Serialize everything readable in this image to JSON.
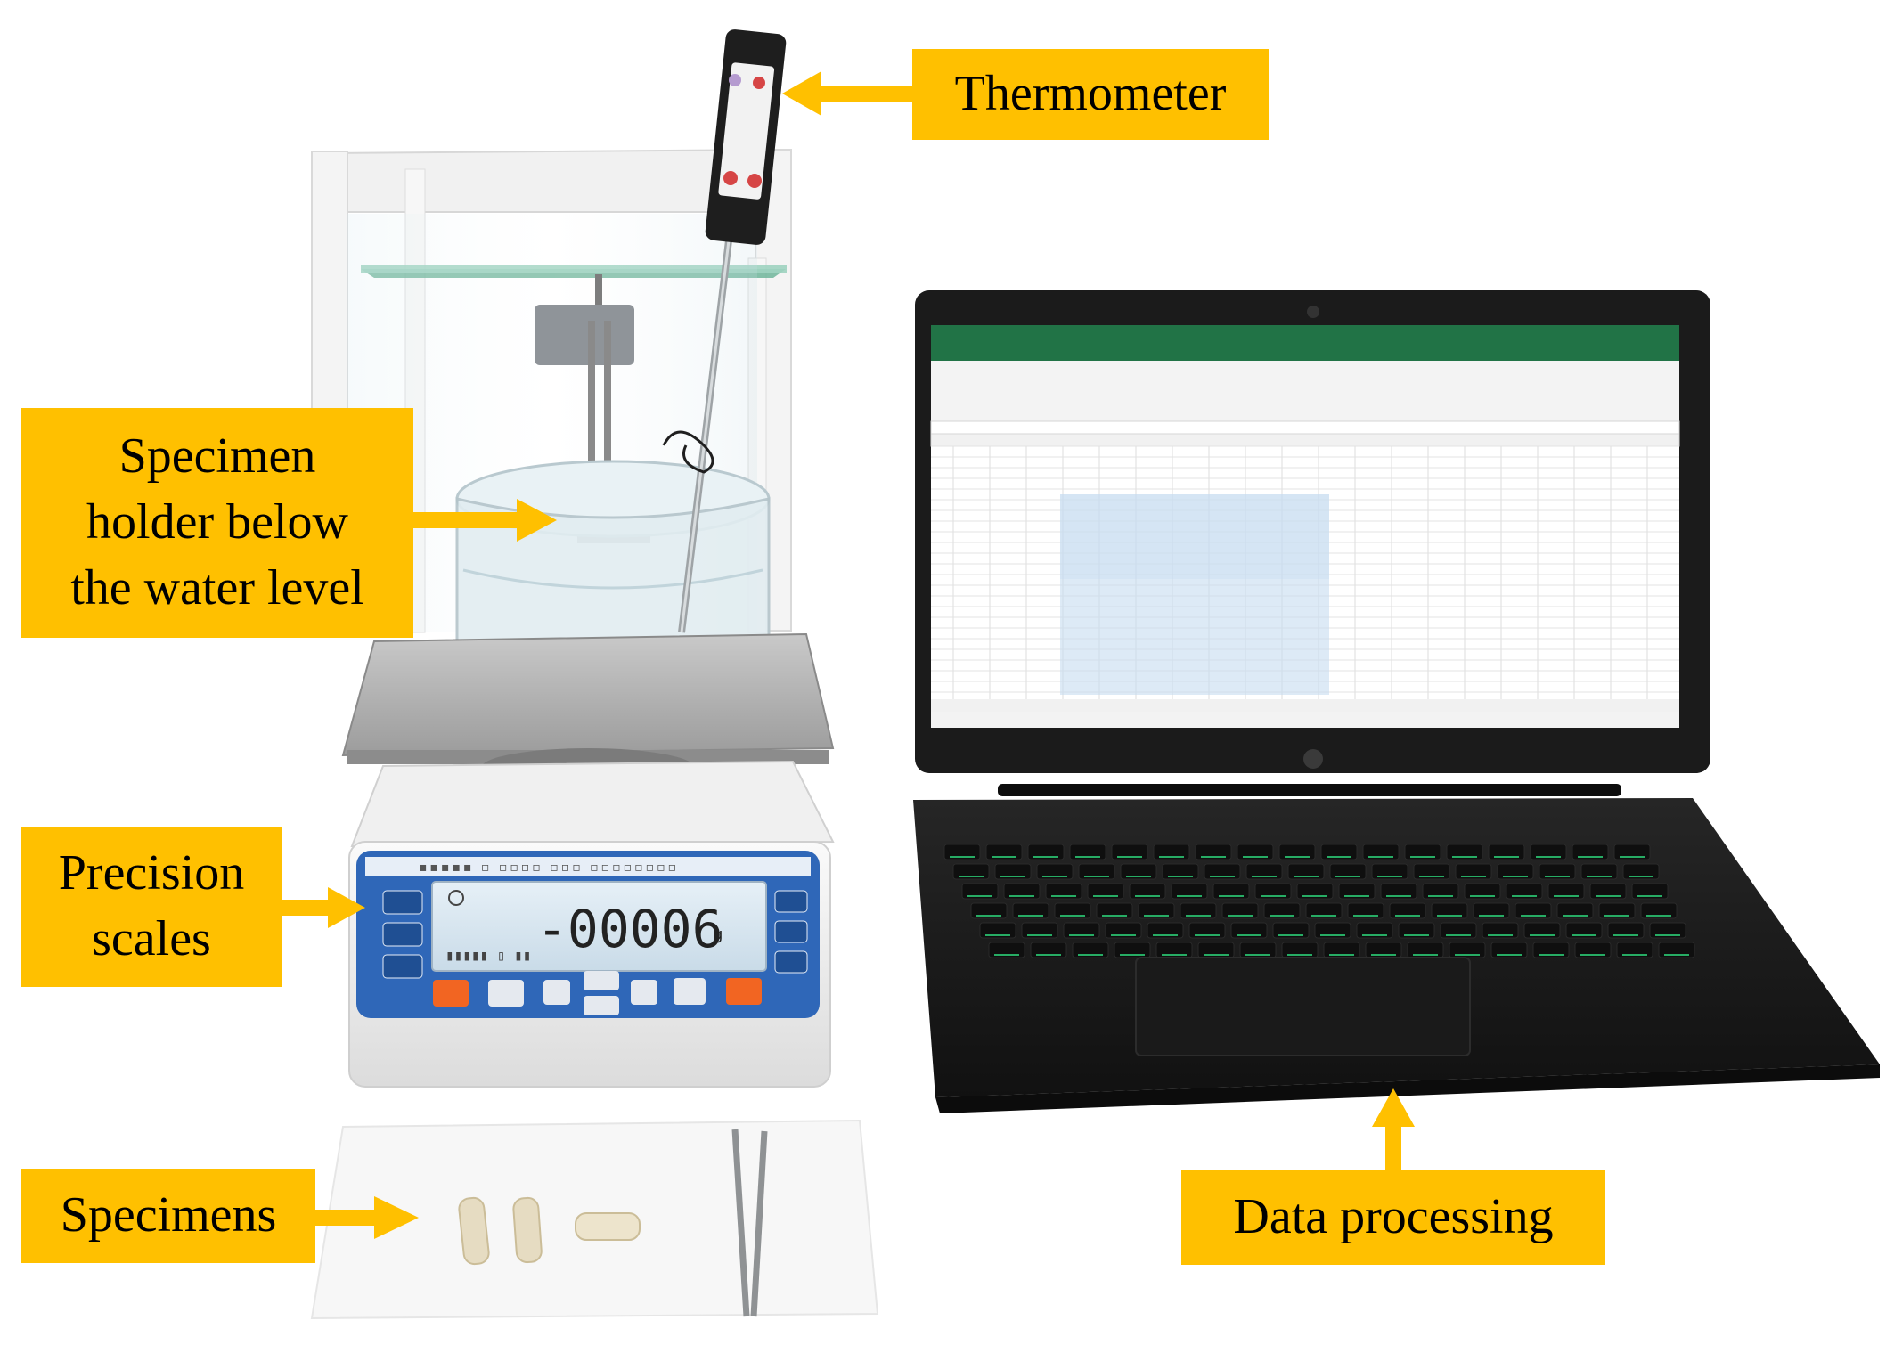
{
  "labels": {
    "thermometer": "Thermometer",
    "holder_line1": "Specimen",
    "holder_line2": "holder below",
    "holder_line3": "the water level",
    "scales_line1": "Precision",
    "scales_line2": "scales",
    "specimens": "Specimens",
    "data_processing": "Data processing"
  },
  "scale_display": {
    "reading": "-00006",
    "unit": "g"
  },
  "colors": {
    "label_background": "#ffc000",
    "arrow": "#ffc000",
    "spreadsheet_ribbon": "#217346",
    "scale_panel": "#2f67b8",
    "scale_orange_button": "#f26522",
    "keyboard_backlight": "#2ed47a"
  }
}
